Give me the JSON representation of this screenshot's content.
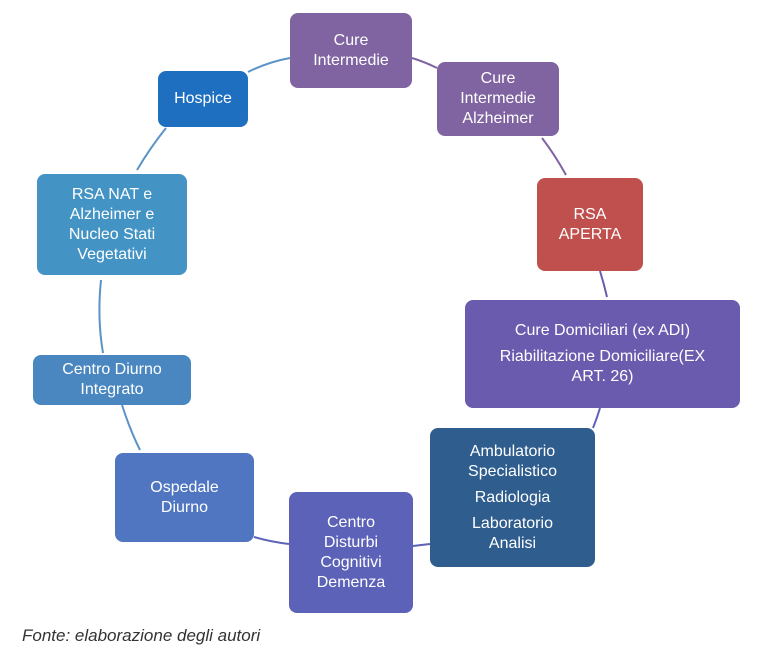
{
  "colors": {
    "connector": "#5b93c7",
    "purple": "#8064a2",
    "dark_purple": "#6b5bae",
    "blue": "#1f6fc0",
    "teal": "#4493c5",
    "red": "#c0504d",
    "navy": "#2e5d8e",
    "medium_blue": "#5076c2",
    "indigo": "#5b62b8"
  },
  "nodes": [
    {
      "id": "cure-intermedie",
      "lines": [
        "Cure",
        "Intermedie"
      ],
      "color": "#8064a2"
    },
    {
      "id": "cure-intermedie-alzheimer",
      "lines": [
        "Cure",
        "Intermedie",
        "Alzheimer"
      ],
      "color": "#8064a2"
    },
    {
      "id": "rsa-aperta",
      "lines": [
        "RSA",
        "APERTA"
      ],
      "color": "#c0504d"
    },
    {
      "id": "cure-domiciliari",
      "paragraphs": [
        [
          "Cure Domiciliari (ex ADI)"
        ],
        [
          "Riabilitazione Domiciliare(EX",
          "ART. 26)"
        ]
      ],
      "color": "#6b5bae"
    },
    {
      "id": "ambulatorio",
      "paragraphs": [
        [
          "Ambulatorio",
          "Specialistico"
        ],
        [
          "Radiologia"
        ],
        [
          "Laboratorio",
          "Analisi"
        ]
      ],
      "color": "#2e5d8e"
    },
    {
      "id": "centro-disturbi-cognitivi",
      "lines": [
        "Centro",
        "Disturbi",
        "Cognitivi",
        "Demenza"
      ],
      "color": "#5b62b8"
    },
    {
      "id": "ospedale-diurno",
      "lines": [
        "Ospedale",
        "Diurno"
      ],
      "color": "#5076c2"
    },
    {
      "id": "centro-diurno-integrato",
      "lines": [
        "Centro Diurno",
        "Integrato"
      ],
      "color": "#4a86c0"
    },
    {
      "id": "rsa-nat-alzheimer",
      "lines": [
        "RSA NAT e",
        "Alzheimer e",
        "Nucleo Stati",
        "Vegetativi"
      ],
      "color": "#4493c5"
    },
    {
      "id": "hospice",
      "lines": [
        "Hospice"
      ],
      "color": "#1f6fc0"
    }
  ],
  "caption": "Fonte: elaborazione degli autori"
}
